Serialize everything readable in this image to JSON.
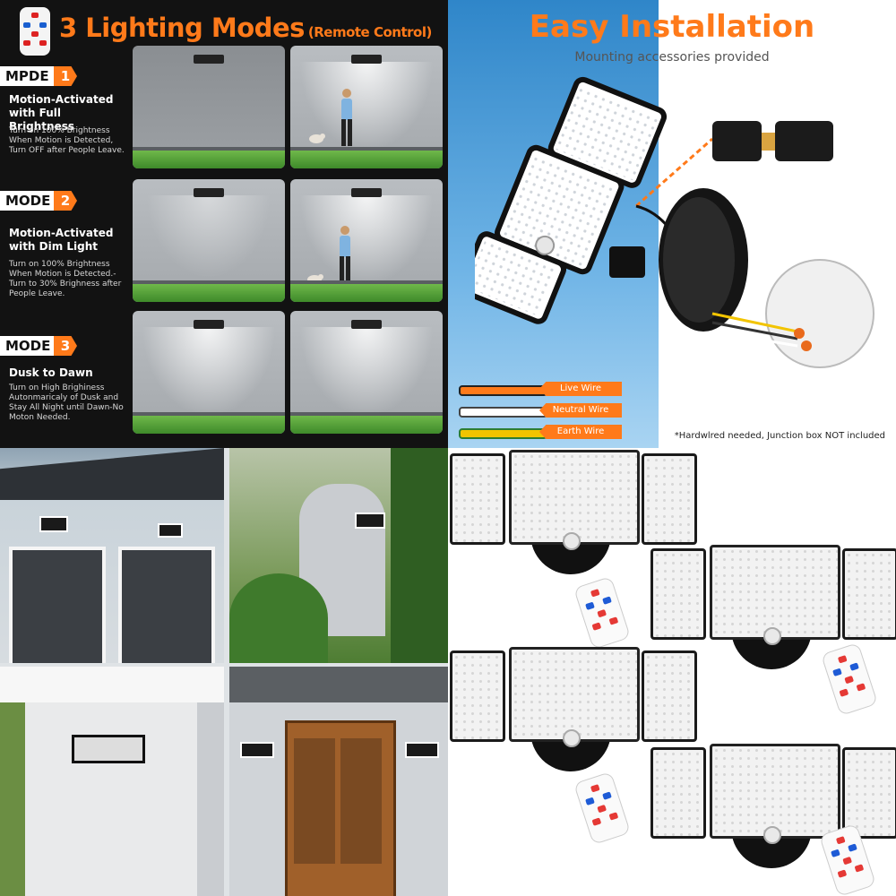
{
  "q1": {
    "title": "3 Lighting Modes",
    "title_sub": "(Remote Control)",
    "modes": [
      {
        "badge": "MPDE",
        "num": "1",
        "heading": "Motion-Activated with Full Brightness",
        "desc": "Turn on 100% Brightness When Motion is Detected, Turn OFF after People Leave."
      },
      {
        "badge": "MODE",
        "num": "2",
        "heading": "Motion-Activated with Dim Light",
        "desc": "Turn on 100% Brightness When Motion is Detected.- Turn to 30% Brighness after People Leave."
      },
      {
        "badge": "MODE",
        "num": "3",
        "heading": "Dusk to Dawn",
        "desc": "Turn on High Brighiness Autonmaricaly of Dusk and Stay All Night until Dawn-No Moton Needed."
      }
    ]
  },
  "q2": {
    "title": "Easy Installation",
    "subtitle": "Mounting accessories provided",
    "wires": [
      {
        "label": "Live Wire",
        "color": "#ff7a1a"
      },
      {
        "label": "Neutral Wire",
        "color": "#ffffff"
      },
      {
        "label": "Earth Wire",
        "color": "#f2c400"
      }
    ],
    "note": "*Hardwlred needed, Junction box NOT included"
  },
  "colors": {
    "accent": "#ff7a1a",
    "dark_bg": "#121212"
  }
}
